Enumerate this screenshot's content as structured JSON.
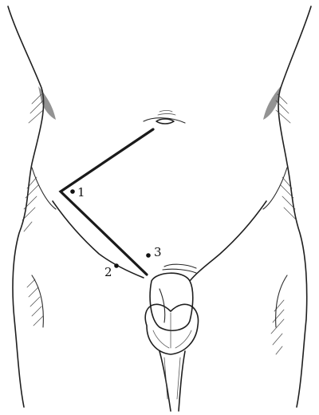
{
  "figure": {
    "labels": {
      "point_1": "1",
      "point_2": "2",
      "point_3": "3"
    },
    "colors": {
      "ink": "#1f1f1f",
      "background": "#ffffff"
    }
  }
}
